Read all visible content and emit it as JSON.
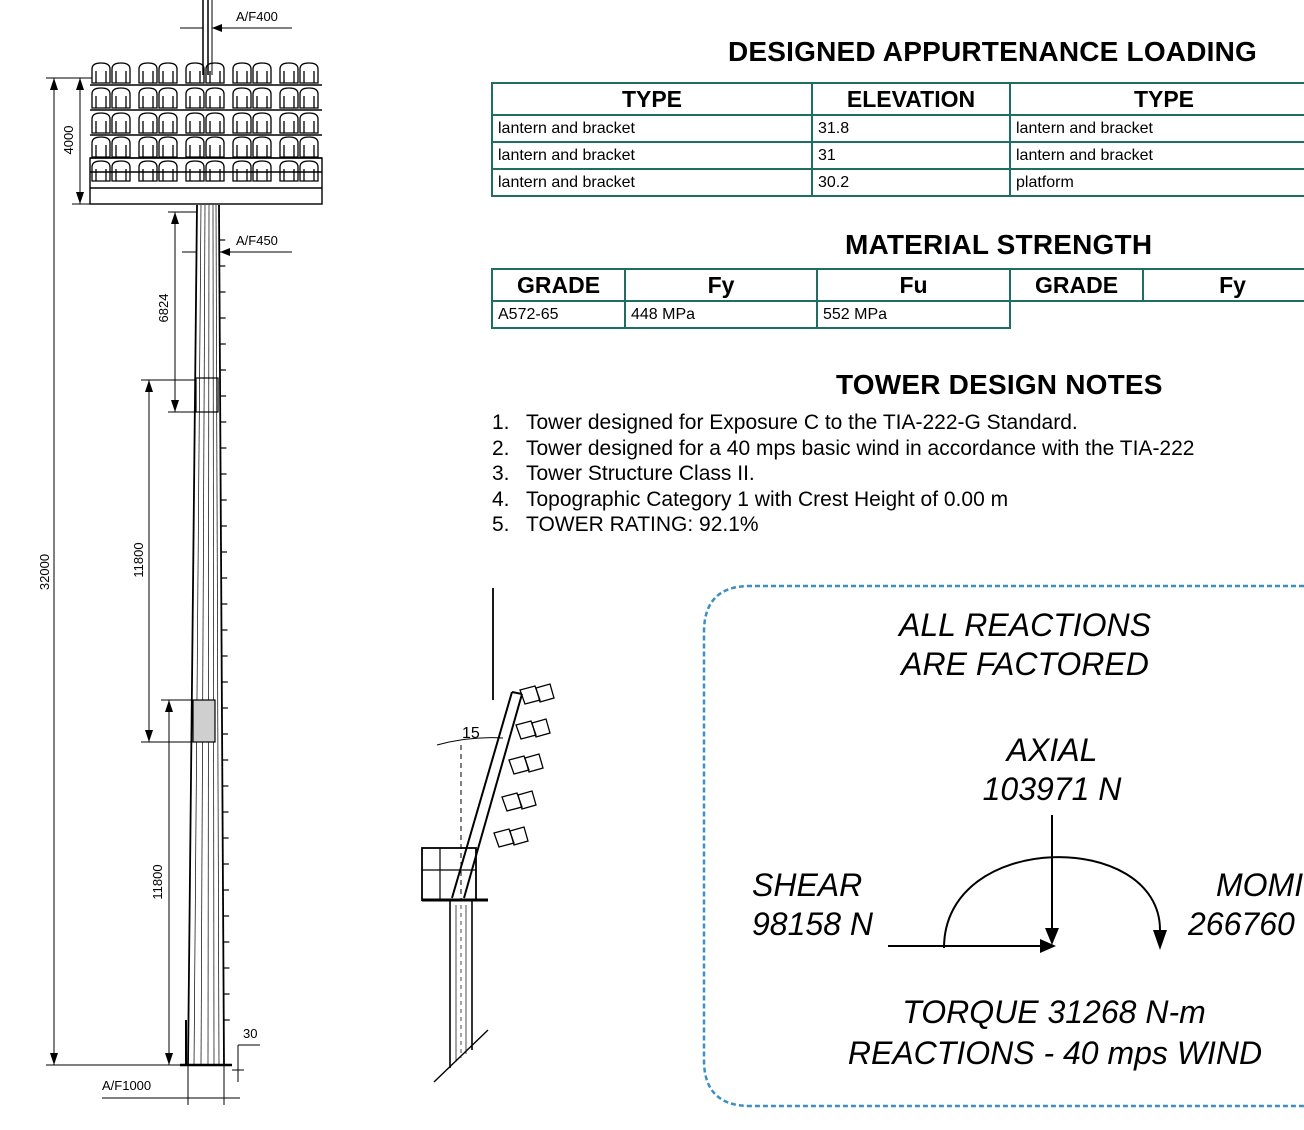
{
  "appurtenance": {
    "title": "DESIGNED APPURTENANCE LOADING",
    "headers": [
      "TYPE",
      "ELEVATION",
      "TYPE"
    ],
    "rows": [
      [
        "lantern and bracket",
        "31.8",
        "lantern and bracket"
      ],
      [
        "lantern and bracket",
        "31",
        "lantern and bracket"
      ],
      [
        "lantern and bracket",
        "30.2",
        "platform"
      ]
    ]
  },
  "material": {
    "title": "MATERIAL STRENGTH",
    "headers": [
      "GRADE",
      "Fy",
      "Fu",
      "GRADE",
      "Fy"
    ],
    "row": [
      "A572-65",
      "448 MPa",
      "552 MPa"
    ]
  },
  "notes": {
    "title": "TOWER DESIGN NOTES",
    "items": [
      {
        "num": "1.",
        "text": "Tower designed for Exposure C to the TIA-222-G Standard."
      },
      {
        "num": "2.",
        "text": "Tower designed for a 40 mps basic wind in accordance with the TIA-222"
      },
      {
        "num": "3.",
        "text": "Tower Structure Class II."
      },
      {
        "num": "4.",
        "text": "Topographic Category 1 with Crest Height of 0.00 m"
      },
      {
        "num": "5.",
        "text": "TOWER RATING: 92.1%"
      }
    ]
  },
  "reactions": {
    "factored_line1": "ALL REACTIONS",
    "factored_line2": "ARE FACTORED",
    "axial_label": "AXIAL",
    "axial_value": "103971 N",
    "shear_label": "SHEAR",
    "shear_value": "98158 N",
    "moment_label": "MOMI",
    "moment_value": "266760",
    "torque": "TORQUE 31268 N-m",
    "wind": "REACTIONS - 40 mps WIND"
  },
  "elevation": {
    "af_top": "A/F400",
    "af_mid": "A/F450",
    "af_base": "A/F1000",
    "dim_overall": "32000",
    "dim_head": "4000",
    "dim_upper": "6824",
    "dim_middle": "11800",
    "dim_lower": "11800",
    "dim_base": "30"
  },
  "side_view": {
    "angle": "15"
  },
  "colors": {
    "table_border": "#1f6e64",
    "reaction_box": "#3b8fc4"
  }
}
